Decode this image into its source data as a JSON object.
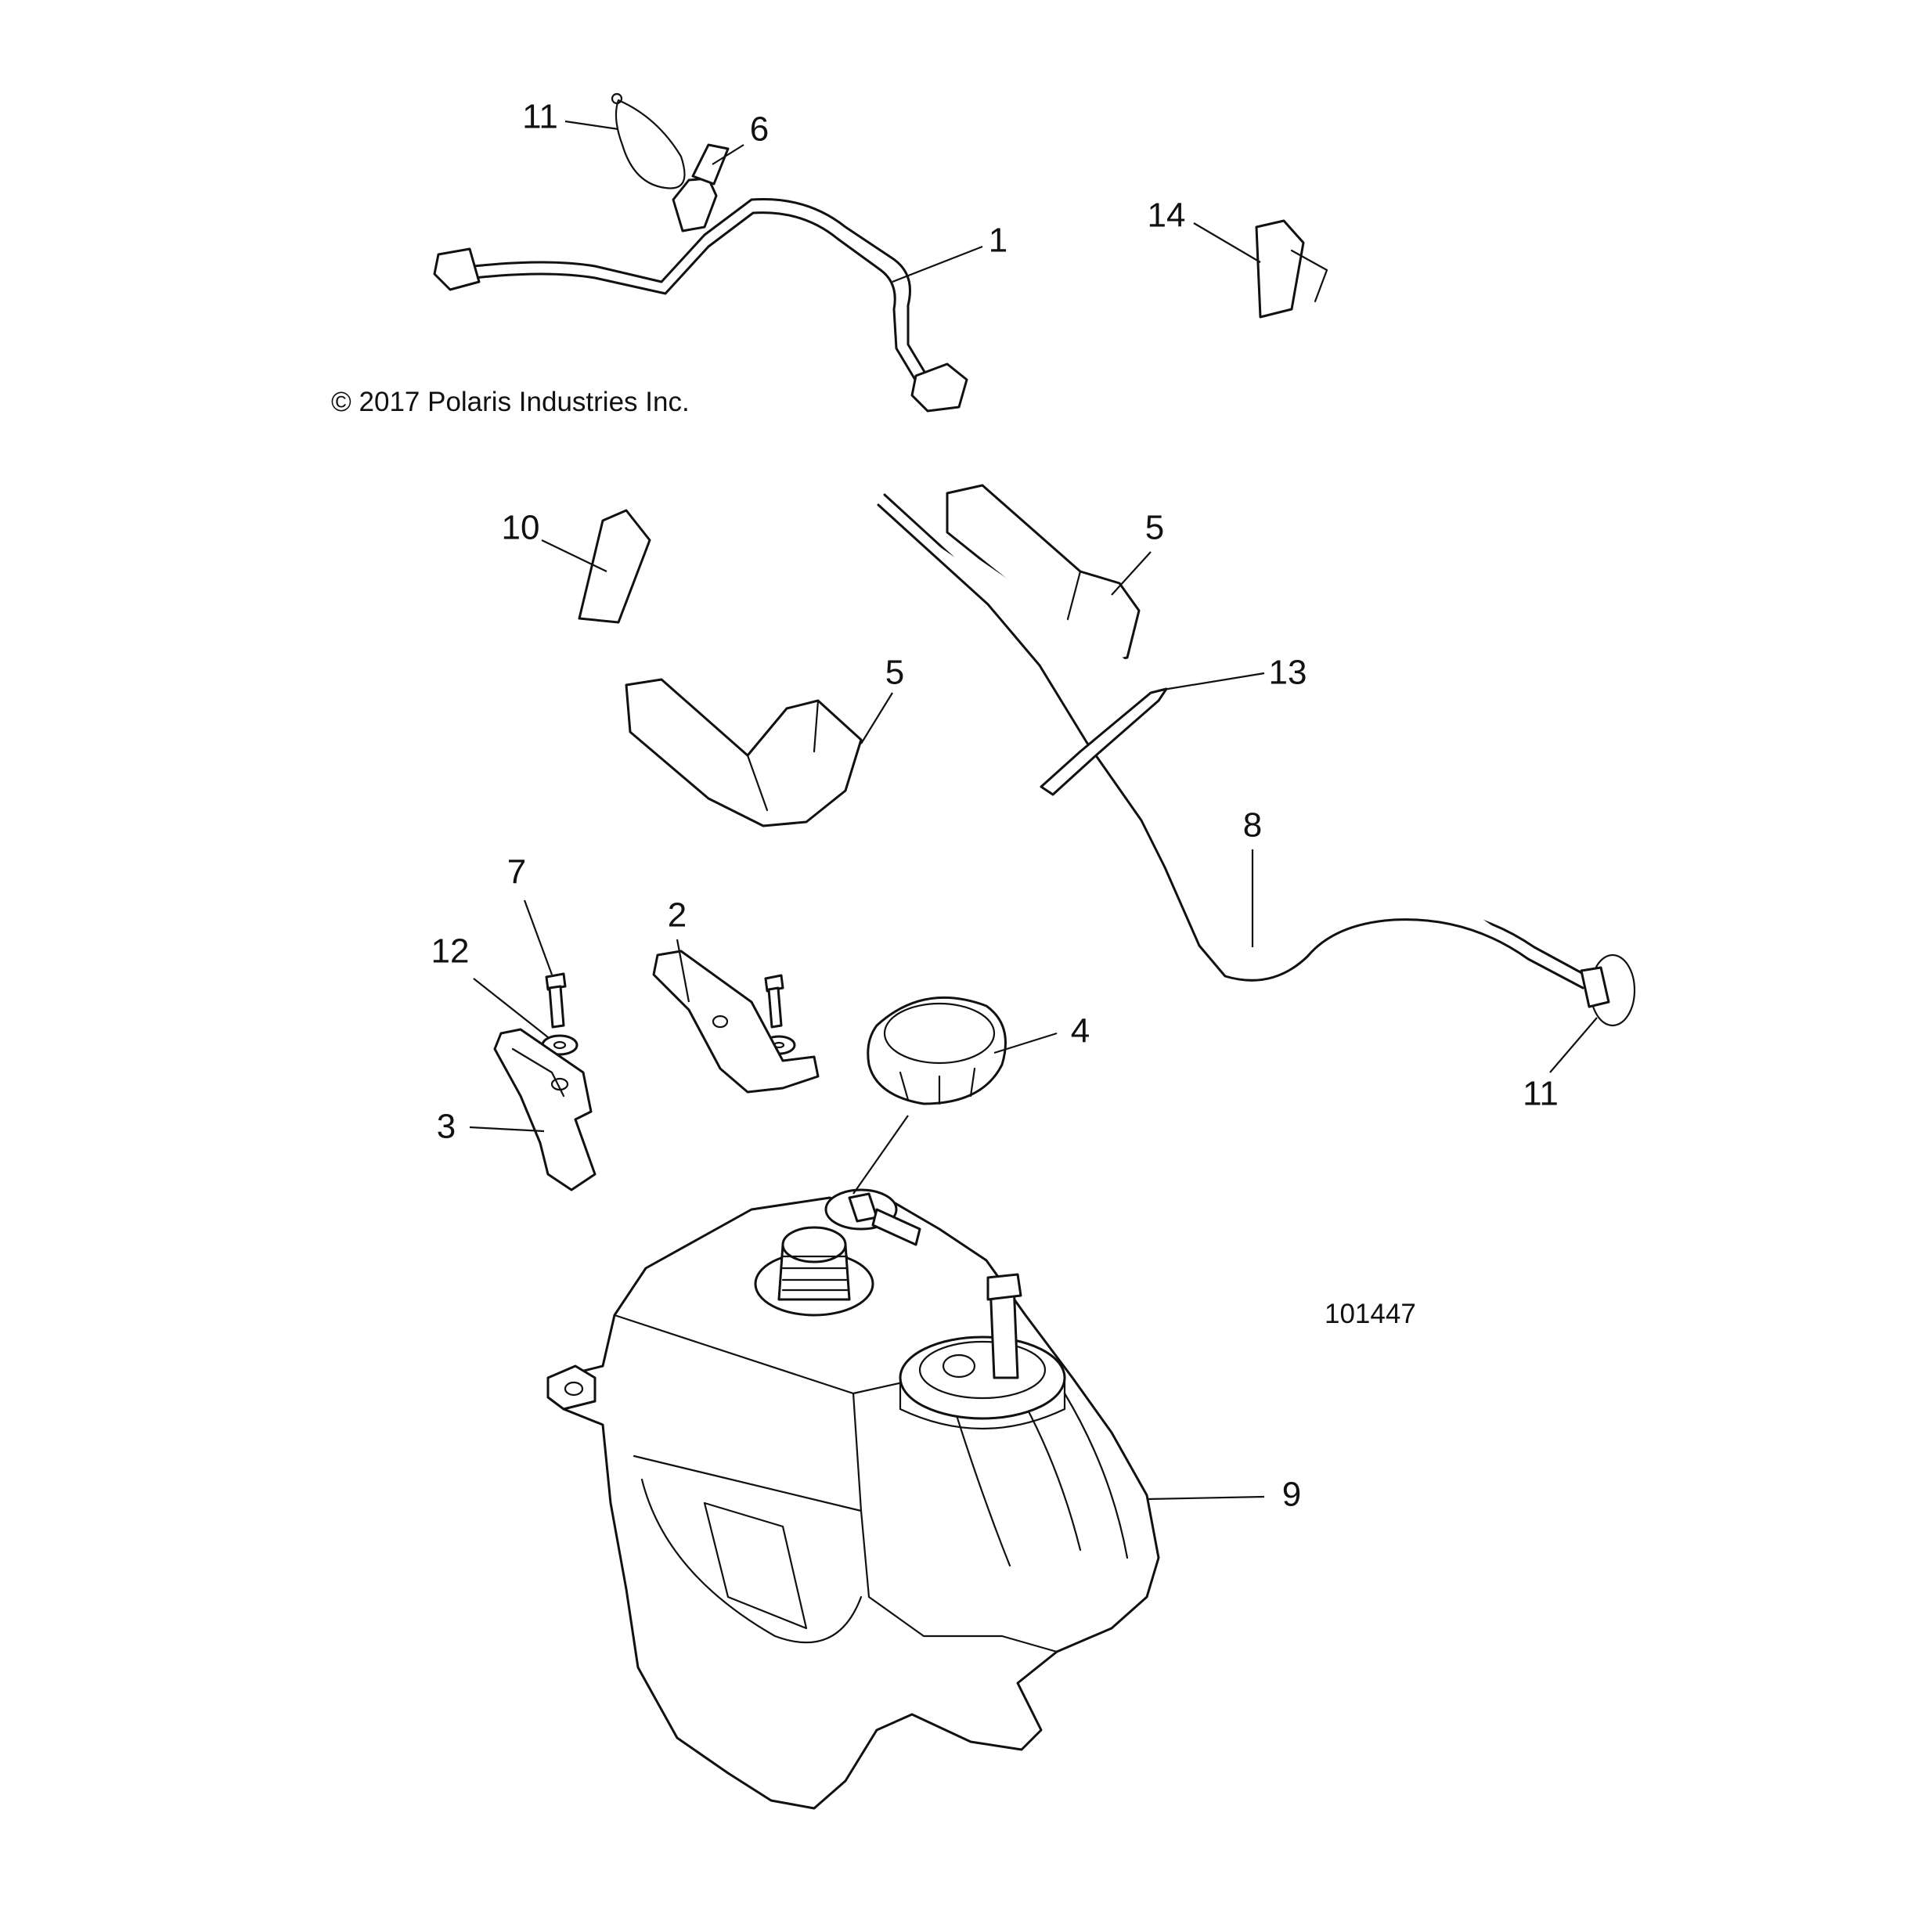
{
  "diagram": {
    "copyright": "© 2017 Polaris Industries Inc.",
    "figure_number": "101447",
    "callouts": {
      "c1": "1",
      "c2": "2",
      "c3": "3",
      "c4": "4",
      "c5a": "5",
      "c5b": "5",
      "c6": "6",
      "c7": "7",
      "c8": "8",
      "c9": "9",
      "c10": "10",
      "c11a": "11",
      "c11b": "11",
      "c12": "12",
      "c13": "13",
      "c14": "14"
    }
  }
}
